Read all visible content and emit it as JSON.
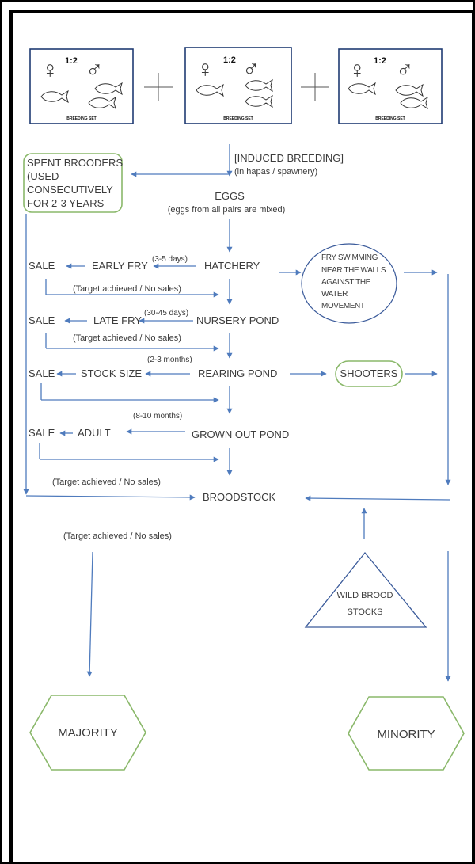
{
  "breeding_sets": [
    {
      "ratio": "1:2",
      "label": "BREEDING SET",
      "female_symbol": "♀",
      "male_symbol": "♂"
    },
    {
      "ratio": "1:2",
      "label": "BREEDING SET",
      "female_symbol": "♀",
      "male_symbol": "♂"
    },
    {
      "ratio": "1:2",
      "label": "BREEDING SET",
      "female_symbol": "♀",
      "male_symbol": "♂"
    }
  ],
  "plus_symbol": "+",
  "induced_breeding": {
    "line1": "[INDUCED BREEDING]",
    "line2": "(in hapas / spawnery)"
  },
  "spent_brooders": {
    "lines": [
      "SPENT BROODERS",
      "(USED",
      "CONSECUTIVELY",
      "FOR 2-3 YEARS"
    ]
  },
  "eggs": {
    "title": "EGGS",
    "note": "(eggs from all pairs are mixed)"
  },
  "stages": {
    "hatchery": {
      "name": "HATCHERY",
      "duration": "(3-5 days)",
      "product": "EARLY FRY",
      "sale": "SALE"
    },
    "nursery": {
      "name": "NURSERY POND",
      "duration": "(30-45 days)",
      "product": "LATE FRY",
      "sale": "SALE"
    },
    "rearing": {
      "name": "REARING POND",
      "duration": "(2-3 months)",
      "product": "STOCK SIZE",
      "sale": "SALE"
    },
    "grownout": {
      "name": "GROWN OUT POND",
      "duration": "(8-10 months)",
      "product": "ADULT",
      "sale": "SALE"
    }
  },
  "target_notes": {
    "n1": "(Target achieved / No sales)",
    "n2": "(Target achieved / No sales)",
    "n3": "(Target achieved / No sales)",
    "n4": "(Target achieved / No sales)"
  },
  "fry_swimming": {
    "lines": [
      "FRY SWIMMING",
      "NEAR THE WALLS",
      "AGAINST THE",
      "WATER",
      "MOVEMENT"
    ]
  },
  "shooters": "SHOOTERS",
  "broodstock": "BROODSTOCK",
  "wild_brood": {
    "lines": [
      "WILD BROOD",
      "STOCKS"
    ]
  },
  "majority": "MAJORITY",
  "minority": "MINORITY",
  "colors": {
    "arrow": "#4f7bbd",
    "green_outline": "#8ab86a",
    "card_border": "#1f3b73",
    "text": "#3b3b3b"
  }
}
